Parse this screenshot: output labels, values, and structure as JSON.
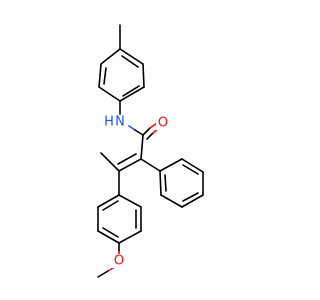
{
  "molecule": {
    "colors": {
      "bond": "#000000",
      "oxygen": "#ff0d0d",
      "nitrogen": "#2050ff",
      "background": "#ffffff"
    },
    "atoms": {
      "N": "N",
      "H": "H",
      "O_carbonyl": "O",
      "O_ether": "O"
    }
  }
}
